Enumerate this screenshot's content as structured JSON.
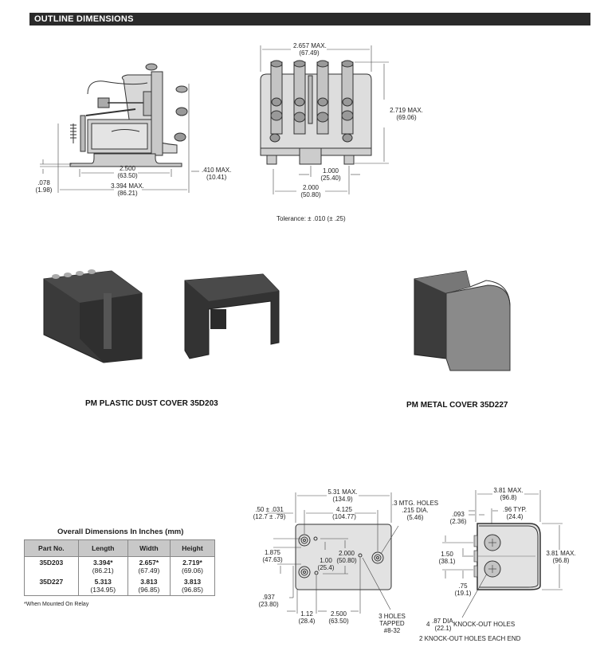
{
  "header": {
    "title": "OUTLINE DIMENSIONS"
  },
  "side_view": {
    "dims": [
      {
        "id": "base_spacing",
        "in": "2.500",
        "mm": "(63.50)"
      },
      {
        "id": "overall_length",
        "in": "3.394 MAX.",
        "mm": "(86.21)"
      },
      {
        "id": "terminal_offset",
        "in": ".410 MAX.",
        "mm": "(10.41)"
      },
      {
        "id": "base_thickness",
        "in": ".078",
        "mm": "(1.98)"
      }
    ]
  },
  "end_view": {
    "dims": [
      {
        "id": "width",
        "in": "2.657 MAX.",
        "mm": "(67.49)"
      },
      {
        "id": "height",
        "in": "2.719 MAX.",
        "mm": "(69.06)"
      },
      {
        "id": "tab_spacing_1",
        "in": "1.000",
        "mm": "(25.40)"
      },
      {
        "id": "tab_spacing_2",
        "in": "2.000",
        "mm": "(50.80)"
      }
    ],
    "tolerance": "Tolerance: ± .010 (± .25)"
  },
  "covers": [
    {
      "caption": "PM PLASTIC DUST COVER 35D203",
      "type": "plastic"
    },
    {
      "caption": "PM METAL COVER 35D227",
      "type": "metal"
    }
  ],
  "table": {
    "title": "Overall Dimensions In Inches (mm)",
    "columns": [
      "Part No.",
      "Length",
      "Width",
      "Height"
    ],
    "rows": [
      {
        "part": "35D203",
        "length": "3.394*",
        "length_mm": "(86.21)",
        "width": "2.657*",
        "width_mm": "(67.49)",
        "height": "2.719*",
        "height_mm": "(69.06)"
      },
      {
        "part": "35D227",
        "length": "5.313",
        "length_mm": "(134.95)",
        "width": "3.813",
        "width_mm": "(96.85)",
        "height": "3.813",
        "height_mm": "(96.85)"
      }
    ],
    "footnote": "*When Mounted On Relay"
  },
  "metal_cover_top": {
    "dims": [
      {
        "id": "length",
        "in": "5.31 MAX.",
        "mm": "(134.9)"
      },
      {
        "id": "hole_spacing",
        "in": "4.125",
        "mm": "(104.77)"
      },
      {
        "id": "edge_offset",
        "in": ".50 ± .031",
        "mm": "(12.7 ± .79)"
      },
      {
        "id": "vertical_1",
        "in": "1.875",
        "mm": "(47.63)"
      },
      {
        "id": "vertical_2",
        "in": "2.000",
        "mm": "(50.80)"
      },
      {
        "id": "vertical_3",
        "in": "1.00",
        "mm": "(25.4)"
      },
      {
        "id": "bottom_offset",
        "in": ".937",
        "mm": "(23.80)"
      },
      {
        "id": "horiz_1",
        "in": "1.12",
        "mm": "(28.4)"
      },
      {
        "id": "horiz_2",
        "in": "2.500",
        "mm": "(63.50)"
      }
    ],
    "mtg_holes": [
      ".3 MTG. HOLES",
      ".215 DIA.",
      "(5.46)"
    ],
    "tapped_holes": [
      "3 HOLES",
      "TAPPED",
      "#8-32"
    ]
  },
  "metal_cover_end": {
    "dims": [
      {
        "id": "width",
        "in": "3.81 MAX.",
        "mm": "(96.8)"
      },
      {
        "id": "typ",
        "in": ".96 TYP.",
        "mm": "(24.4)"
      },
      {
        "id": "wall",
        "in": ".093",
        "mm": "(2.36)"
      },
      {
        "id": "height",
        "in": "3.81 MAX.",
        "mm": "(96.8)"
      },
      {
        "id": "ko_spacing",
        "in": "1.50",
        "mm": "(38.1)"
      },
      {
        "id": "ko_bottom",
        "in": ".75",
        "mm": "(19.1)"
      }
    ],
    "knockout": {
      "count": "4",
      "dia": ".87 DIA.",
      "dia_mm": "(22.1)",
      "label": "KNOCK-OUT HOLES"
    },
    "note": "2 KNOCK-OUT HOLES EACH END"
  }
}
